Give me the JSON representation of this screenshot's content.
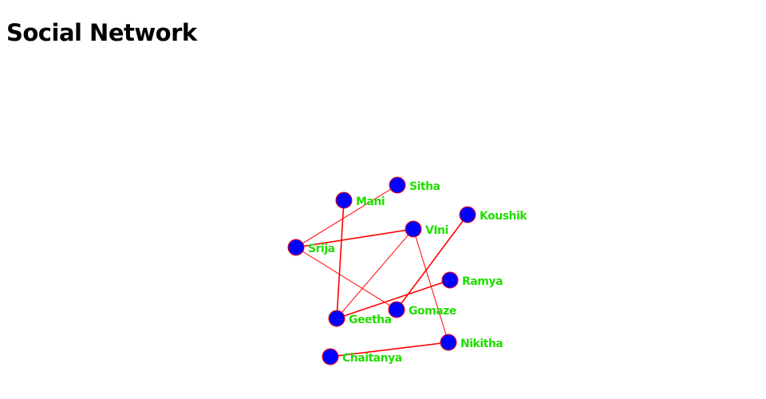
{
  "title": "Social Network",
  "colors": {
    "node_fill": "#0000ff",
    "node_stroke": "#ff0000",
    "edge": "#ff0000",
    "label": "#22dd00"
  },
  "nodes": [
    {
      "id": "Sitha",
      "label": "Sitha"
    },
    {
      "id": "Mani",
      "label": "Mani"
    },
    {
      "id": "Koushik",
      "label": "Koushik"
    },
    {
      "id": "Vini",
      "label": "VIni"
    },
    {
      "id": "Srija",
      "label": "Srija"
    },
    {
      "id": "Ramya",
      "label": "Ramya"
    },
    {
      "id": "Gomaze",
      "label": "Gomaze"
    },
    {
      "id": "Geetha",
      "label": "Geetha"
    },
    {
      "id": "Nikitha",
      "label": "Nikitha"
    },
    {
      "id": "Chaitanya",
      "label": "Chaitanya"
    }
  ],
  "edges": [
    {
      "source": "Sitha",
      "target": "Srija",
      "weight": 1
    },
    {
      "source": "Mani",
      "target": "Geetha",
      "weight": 2
    },
    {
      "source": "Srija",
      "target": "Vini",
      "weight": 2
    },
    {
      "source": "Srija",
      "target": "Gomaze",
      "weight": 1
    },
    {
      "source": "Vini",
      "target": "Geetha",
      "weight": 1
    },
    {
      "source": "Vini",
      "target": "Nikitha",
      "weight": 1
    },
    {
      "source": "Koushik",
      "target": "Gomaze",
      "weight": 2
    },
    {
      "source": "Ramya",
      "target": "Geetha",
      "weight": 2
    },
    {
      "source": "Nikitha",
      "target": "Chaitanya",
      "weight": 2
    }
  ]
}
